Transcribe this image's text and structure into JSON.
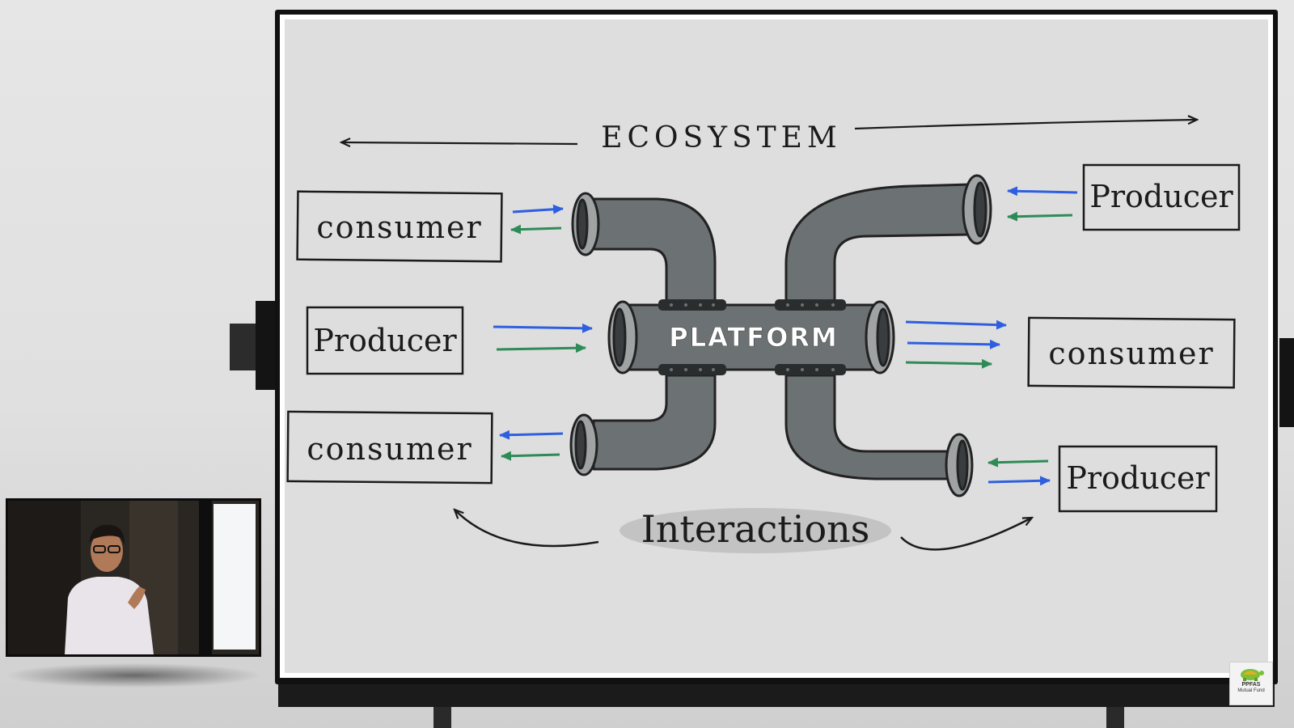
{
  "diagram": {
    "title": "ECOSYSTEM",
    "center": "PLATFORM",
    "bottom_label": "Interactions",
    "nodes": [
      {
        "id": "left-top",
        "label": "consumer",
        "role": "consumer"
      },
      {
        "id": "left-mid",
        "label": "Producer",
        "role": "producer"
      },
      {
        "id": "left-bottom",
        "label": "consumer",
        "role": "consumer"
      },
      {
        "id": "right-top",
        "label": "Producer",
        "role": "producer"
      },
      {
        "id": "right-mid",
        "label": "consumer",
        "role": "consumer"
      },
      {
        "id": "right-bottom",
        "label": "Producer",
        "role": "producer"
      }
    ],
    "colors": {
      "blue_arrow": "#2f5fe0",
      "green_arrow": "#2e8b57",
      "pipe": "#6c7173",
      "pipe_dark": "#3a3d3f",
      "board": "#dddedd"
    }
  },
  "logo": {
    "line1": "PPFAS",
    "line2": "Mutual Fund",
    "icon": "turtle-icon"
  },
  "video": {
    "icon": "presenter-video-thumbnail"
  }
}
